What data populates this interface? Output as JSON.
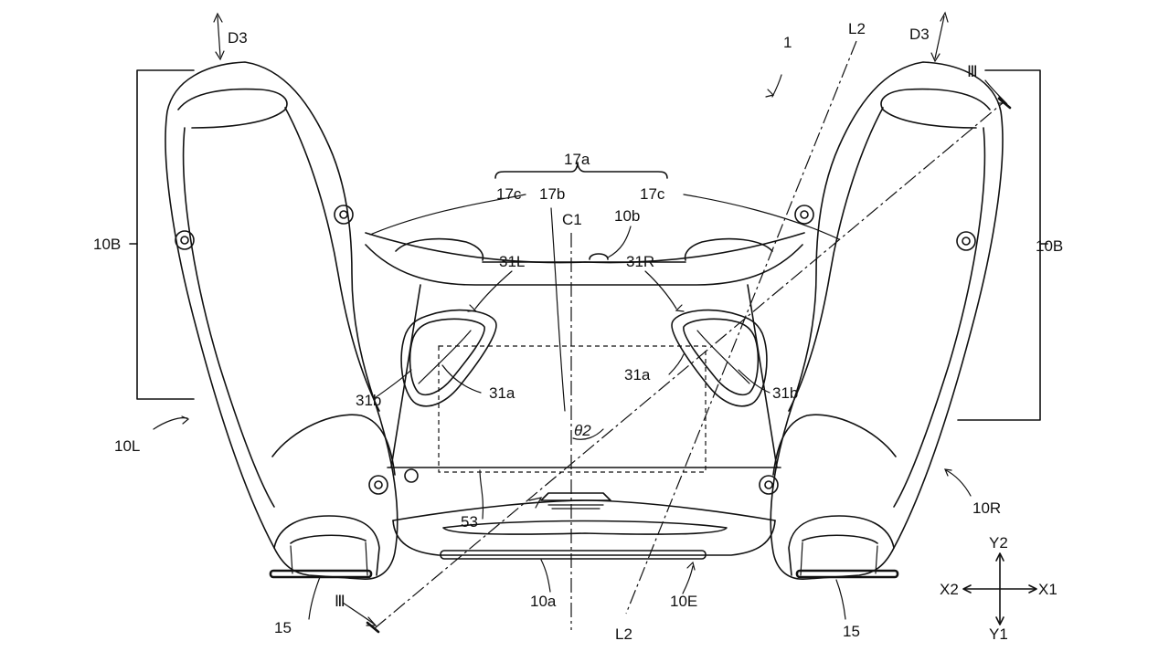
{
  "labels": {
    "ref_1": "1",
    "d3_left": "D3",
    "d3_right": "D3",
    "l2_top": "L2",
    "l2_bottom": "L2",
    "section_top": "Ⅲ",
    "section_bottom": "Ⅲ",
    "ref_17a": "17a",
    "ref_17b": "17b",
    "ref_17c_left": "17c",
    "ref_17c_right": "17c",
    "ref_c1": "C1",
    "ref_10b": "10b",
    "ref_31l": "31L",
    "ref_31r": "31R",
    "ref_10b_left": "10B",
    "ref_10b_right": "10B",
    "ref_31a_left": "31a",
    "ref_31a_right": "31a",
    "ref_31b_left": "31b",
    "ref_31b_right": "31b",
    "theta2": "θ2",
    "ref_10l": "10L",
    "ref_10r": "10R",
    "ref_53": "53",
    "ref_10a": "10a",
    "ref_10e": "10E",
    "ref_15_left": "15",
    "ref_15_right": "15"
  },
  "axes": {
    "y2": "Y2",
    "y1": "Y1",
    "x1": "X1",
    "x2": "X2"
  }
}
